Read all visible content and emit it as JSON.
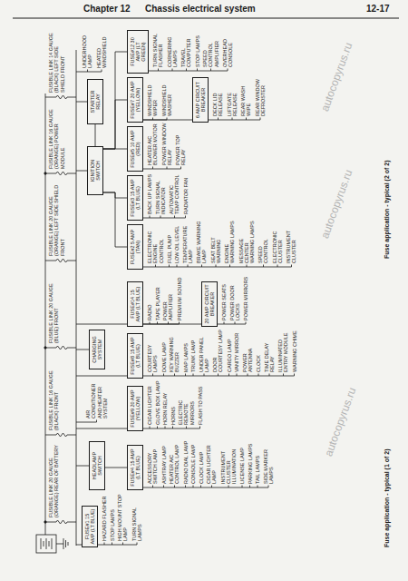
{
  "diagram": {
    "nodes": [
      {
        "text": [
          "FUSE#1 15 AMP (LT BLUE)"
        ]
      },
      {
        "text": [
          "HEADLAMP SWITCH"
        ]
      },
      {
        "text": [
          "FUSE#4 15 AMP (LT BLUE)"
        ]
      },
      {
        "text": [
          "CHARGING SYSTEM"
        ]
      },
      {
        "text": [
          "FUSE#9 20 AMP (YELLOW)"
        ]
      },
      {
        "text": [
          "FUSE#8 15 AMP (LT BLUE)"
        ]
      },
      {
        "text": [
          "FUSE#14 15 AMP (LT BLUE)"
        ]
      },
      {
        "text": [
          "20 AMP CIRCUIT BREAKER"
        ]
      },
      {
        "text": [
          "IGNITION SWITCH"
        ]
      },
      {
        "text": [
          "STARTER RELAY"
        ]
      },
      {
        "text": [
          "FUSE#2 5 AMP (TAN)"
        ]
      },
      {
        "text": [
          "FUSE#3 15 AMP (LT BLUE)"
        ]
      },
      {
        "text": [
          "FUSE#5 10 AMP (RED)"
        ]
      },
      {
        "text": [
          "FUSE#7 20 AMP (YELLOW)"
        ]
      },
      {
        "text": [
          "FUSE#12 30 AMP (LT GREEN)"
        ]
      },
      {
        "text": [
          "6 AMP CIRCUIT BREAKER"
        ]
      }
    ],
    "edges": [
      {
        "from": 1,
        "to": 2,
        "arrow": "none"
      },
      {
        "from": 9,
        "to": 8,
        "arrow": "none"
      },
      {
        "from": 8,
        "to": 10,
        "arrow": "none"
      },
      {
        "from": 8,
        "to": 11,
        "arrow": "none"
      },
      {
        "from": 8,
        "to": 12,
        "arrow": "none"
      },
      {
        "from": 8,
        "to": 13,
        "arrow": "none"
      },
      {
        "from": 8,
        "to": 14,
        "arrow": "none"
      },
      {
        "from": 6,
        "to": 7,
        "arrow": "none"
      },
      {
        "from": 13,
        "to": 15,
        "arrow": "none"
      }
    ],
    "labels": [
      "Chapter 12",
      "Chassis electrical system",
      "12-17",
      "Fuse application - typical (2 of 2)",
      "Fuse application - typical (1 of 2)",
      "autocopyrus.ru",
      "autocopyrus.ru",
      "autocopyrus.ru",
      "FUSIBLE LINK 20 GAUGE (ORANGE) REAR OF BATTERY",
      "FUSIBLE LINK 16 GAUGE (BLACK) FRONT",
      "FUSIBLE LINK 20 GAUGE (BLUE) FRONT",
      "FUSIBLE LINK 20 GAUGE (ORANGE) LEFT SIDE SHIELD FRONT",
      "FUSIBLE LINK 16 GAUGE (ORANGE) POWER MODULE",
      "FUSIBLE LINK 14 GAUGE (BLACK) LEFT SIDE SHIELD FRONT",
      "AIR CONDITIONER AND HEATER SYSTEM",
      "UNDERHOOD LAMP",
      "HEATED WINDSHIELD",
      "HAZARD FLASHER",
      "STOP LAMPS",
      "HIGH MOUNT STOP LAMP",
      "TURN SIGNAL LAMPS",
      "ACCESSORY SWITCH LAMP",
      "ASHTRAY LAMP",
      "HEATER A/C CONTROL LAMP",
      "RADIO DIAL LAMP",
      "CONSOLE LAMP",
      "CLOCK LAMP",
      "CIGAR LIGHTER LAMP",
      "INSTRUMENT CLUSTER ILLUMINATION",
      "LICENSE LAMP",
      "PARKING LAMPS",
      "TAIL LAMPS",
      "SIDE MARKER LAMPS",
      "CIGAR LIGHTER",
      "GLOVE BOX LAMP",
      "HORN RELAY",
      "HORNS",
      "ELECTRIC REMOTE MIRRORS",
      "FLASH TO PASS",
      "COURTESY LAMPS",
      "DOME LAMP",
      "KEY WARNING BUZZER",
      "MAP LAMPS",
      "TRUNK LAMP",
      "UNDER PANEL LAMP",
      "DOOR COURTESY LAMP",
      "CARGO LAMP",
      "VANITY MIRROR",
      "POWER ANTENNA",
      "CLOCK",
      "TIME DELAY RELAY",
      "ILLUMINATED ENTRY MODULE",
      "WARNING CHIME",
      "RADIO",
      "TAPE PLAYER",
      "POWER AMPLIFIER",
      "PREMIUM SOUND",
      "POWER SEATS",
      "POWER DOOR LOCKS",
      "POWER MIRRORS",
      "ELECTRONIC ENGINE CONTROL",
      "FUEL PUMP",
      "LOW OIL LEVEL",
      "TEMPERATURE LAMP",
      "BRAKE WARNING LAMP",
      "SEAT BELT WARNING",
      "ENGINE WARNING LAMPS",
      "MESSAGE CENTER WARNING LAMPS",
      "SPEED CONTROL",
      "ELECTRONIC CLUSTER",
      "INSTRUMENT CLUSTER",
      "BACK UP LAMPS",
      "TURN SIGNAL INDICATOR",
      "AUTOMATIC TEMP CONTROL",
      "RADIATOR FAN",
      "HEATER A/C BLOWER MOTOR",
      "POWER WINDOW RELAY",
      "POWER TOP RELAY",
      "WINDSHIELD WIPER",
      "WINDSHIELD WASHER",
      "DECK LID RELEASE",
      "LIFTGATE RELEASE",
      "REAR WASH WIPE",
      "REAR WINDOW DEFROSTER",
      "TURN SIGNAL FLASHER",
      "CORNERING LAMPS",
      "TRAVEL COMPUTER",
      "STOP LAMPS",
      "SPEED CONTROL AMPLIFIER",
      "OVERHEAD CONSOLE"
    ]
  }
}
